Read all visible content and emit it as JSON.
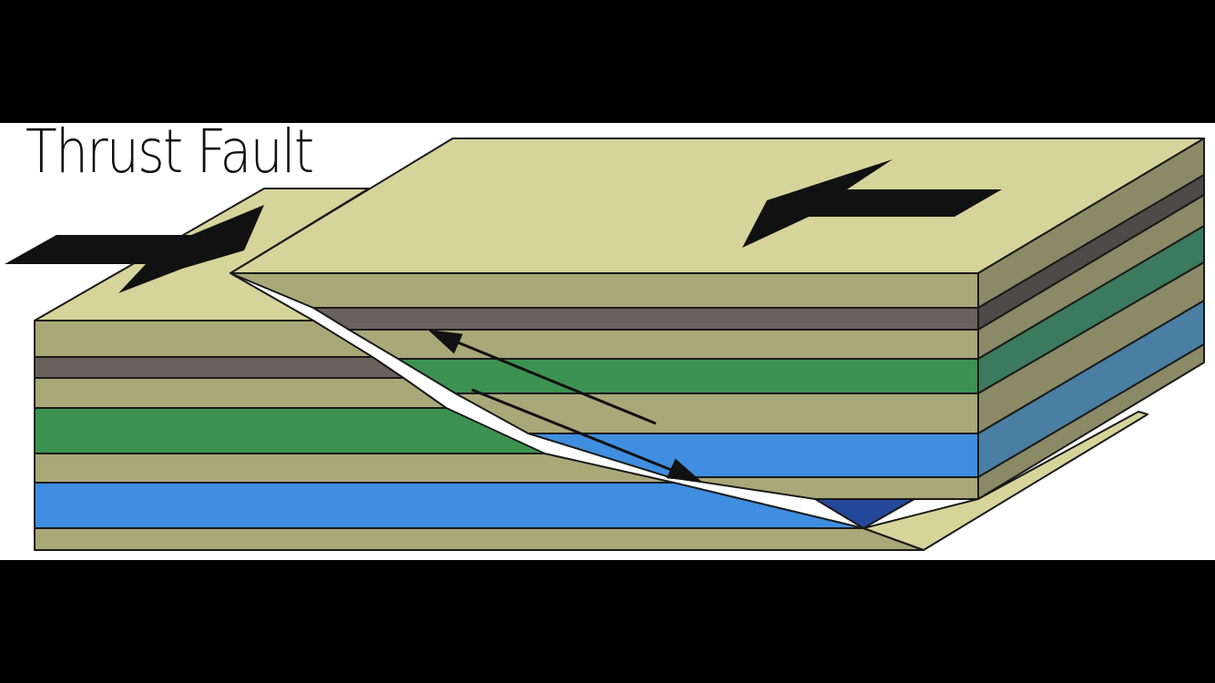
{
  "title": "Thrust Fault",
  "colors": {
    "tan": "#a9a878",
    "top_surface": "#d6d49a",
    "gray_brown": "#6b615c",
    "green": "#3c9250",
    "blue": "#3f8edf",
    "dark_blue": "#23489a",
    "side_tan": "#8a8a66",
    "side_gray": "#4e4a49",
    "side_green": "#3b7a5d",
    "side_blue": "#4a7ea3",
    "outline": "#1a1a1a"
  },
  "icons": [
    "arrow-right-icon",
    "arrow-left-icon",
    "fault-slip-up-arrow",
    "fault-slip-down-arrow"
  ]
}
